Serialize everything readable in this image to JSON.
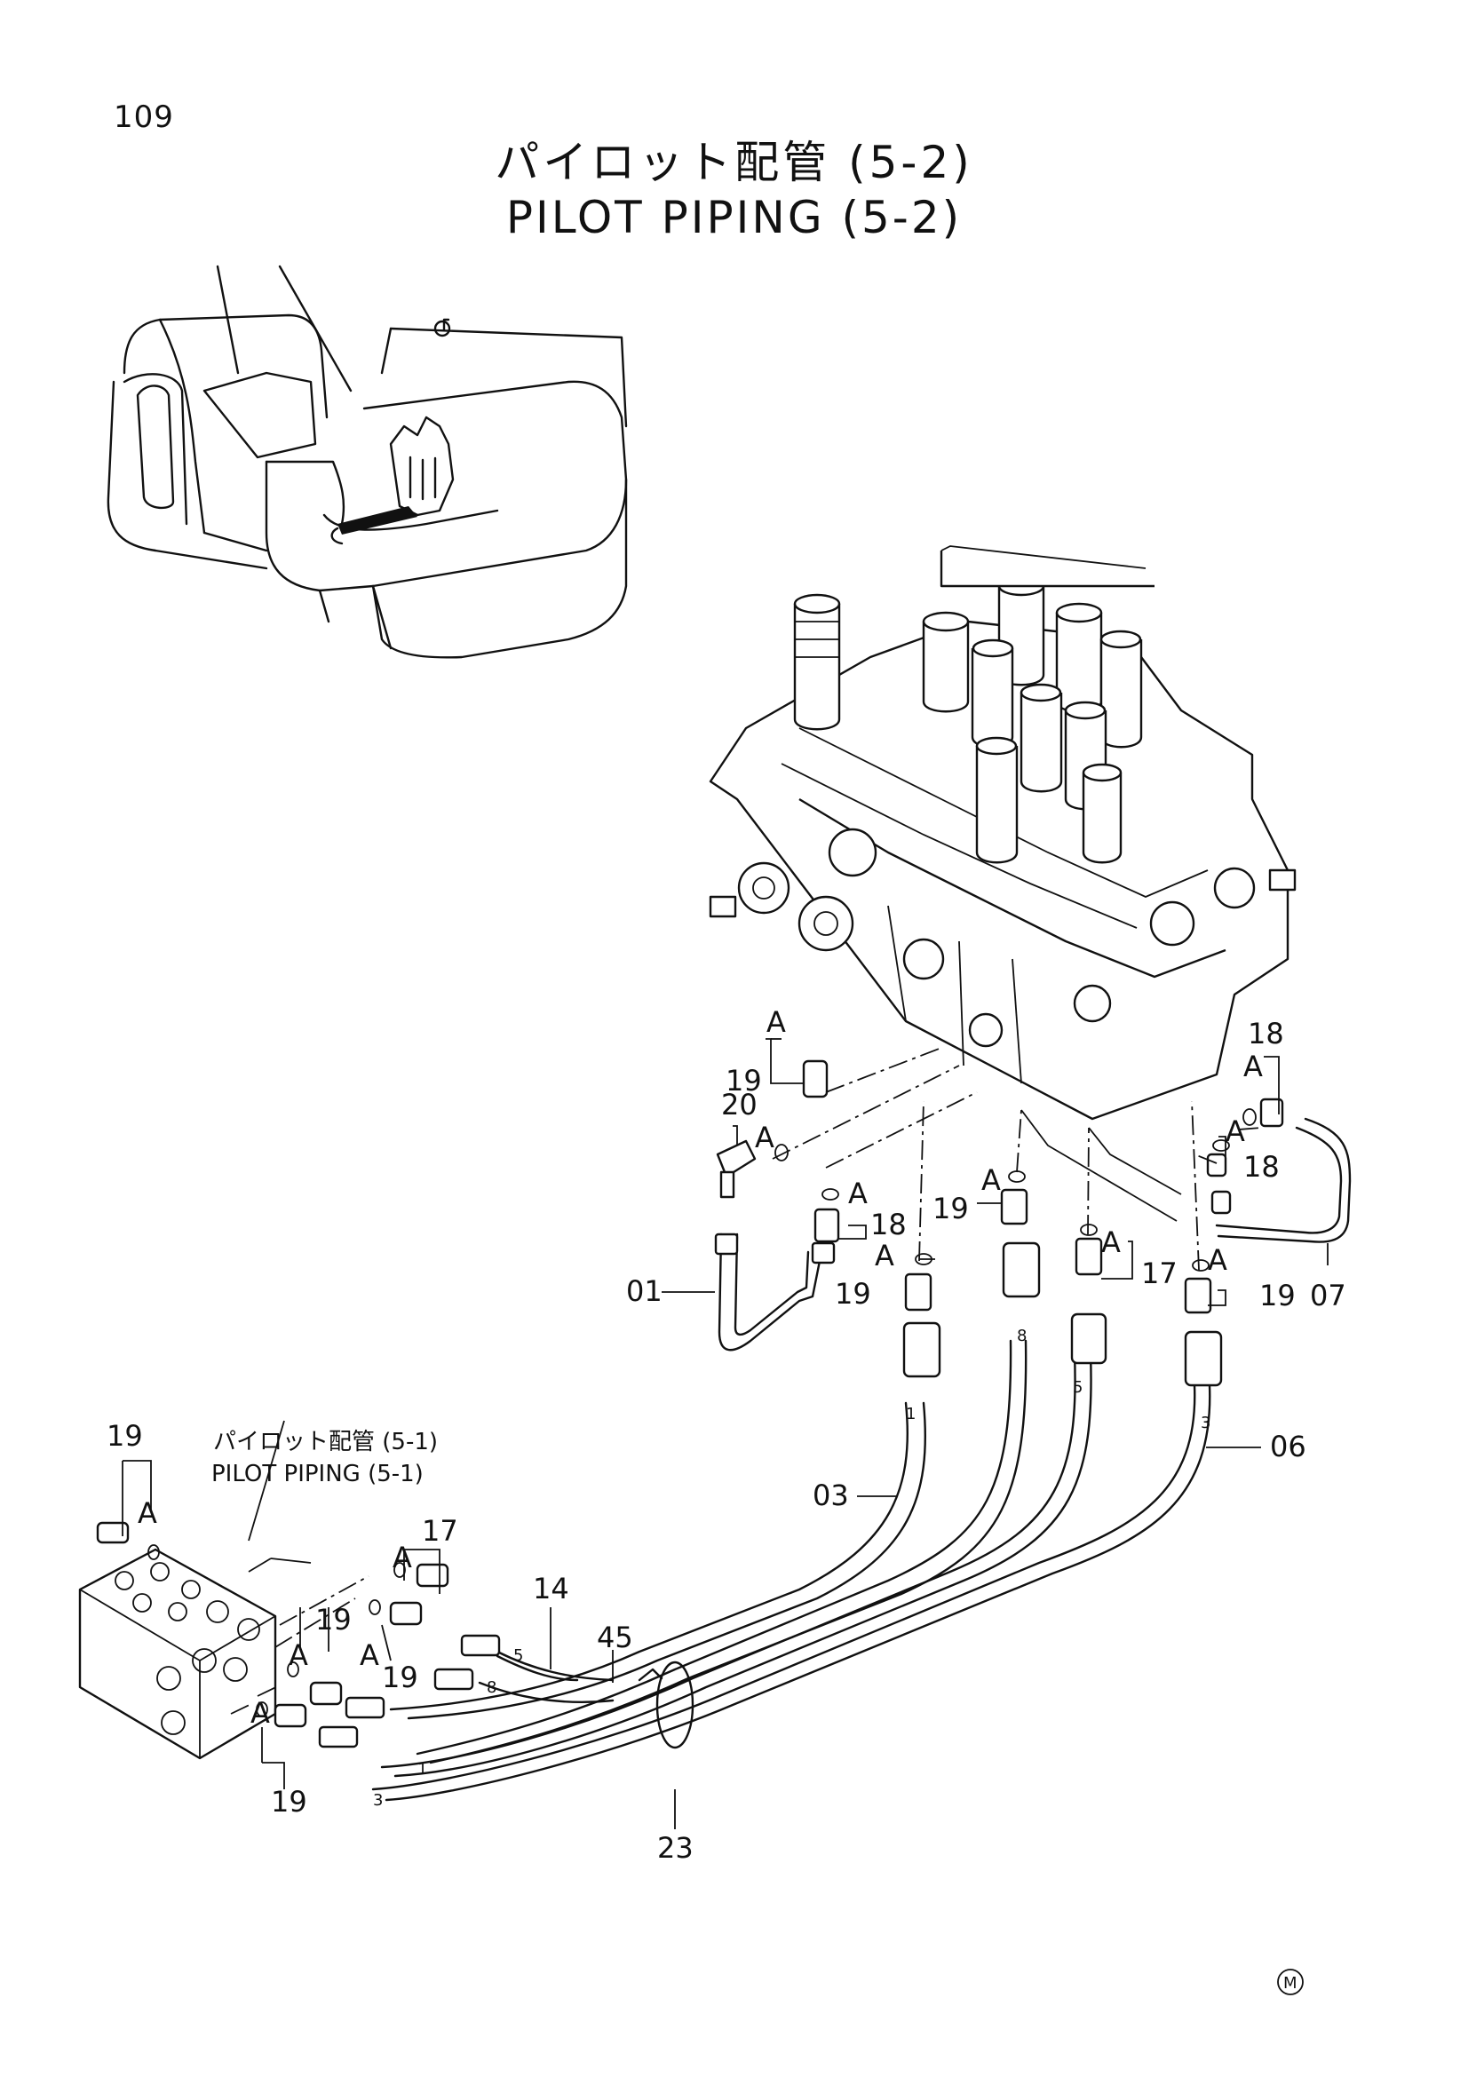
{
  "page_number": "109",
  "title_jp": "パイロット配管 (5-2)",
  "title_en": "PILOT PIPING (5-2)",
  "reference_note": {
    "jp": "パイロット配管 (5-1)",
    "en": "PILOT PIPING (5-1)"
  },
  "part_labels": {
    "p01": "01",
    "p03": "03",
    "p06": "06",
    "p07": "07",
    "p14": "14",
    "p17": "17",
    "p18": "18",
    "p19": "19",
    "p20": "20",
    "p23": "23",
    "p45": "45",
    "detail_a": "A"
  },
  "hose_marks": [
    "1",
    "8",
    "5",
    "3"
  ],
  "manufacturer_mark": "M"
}
